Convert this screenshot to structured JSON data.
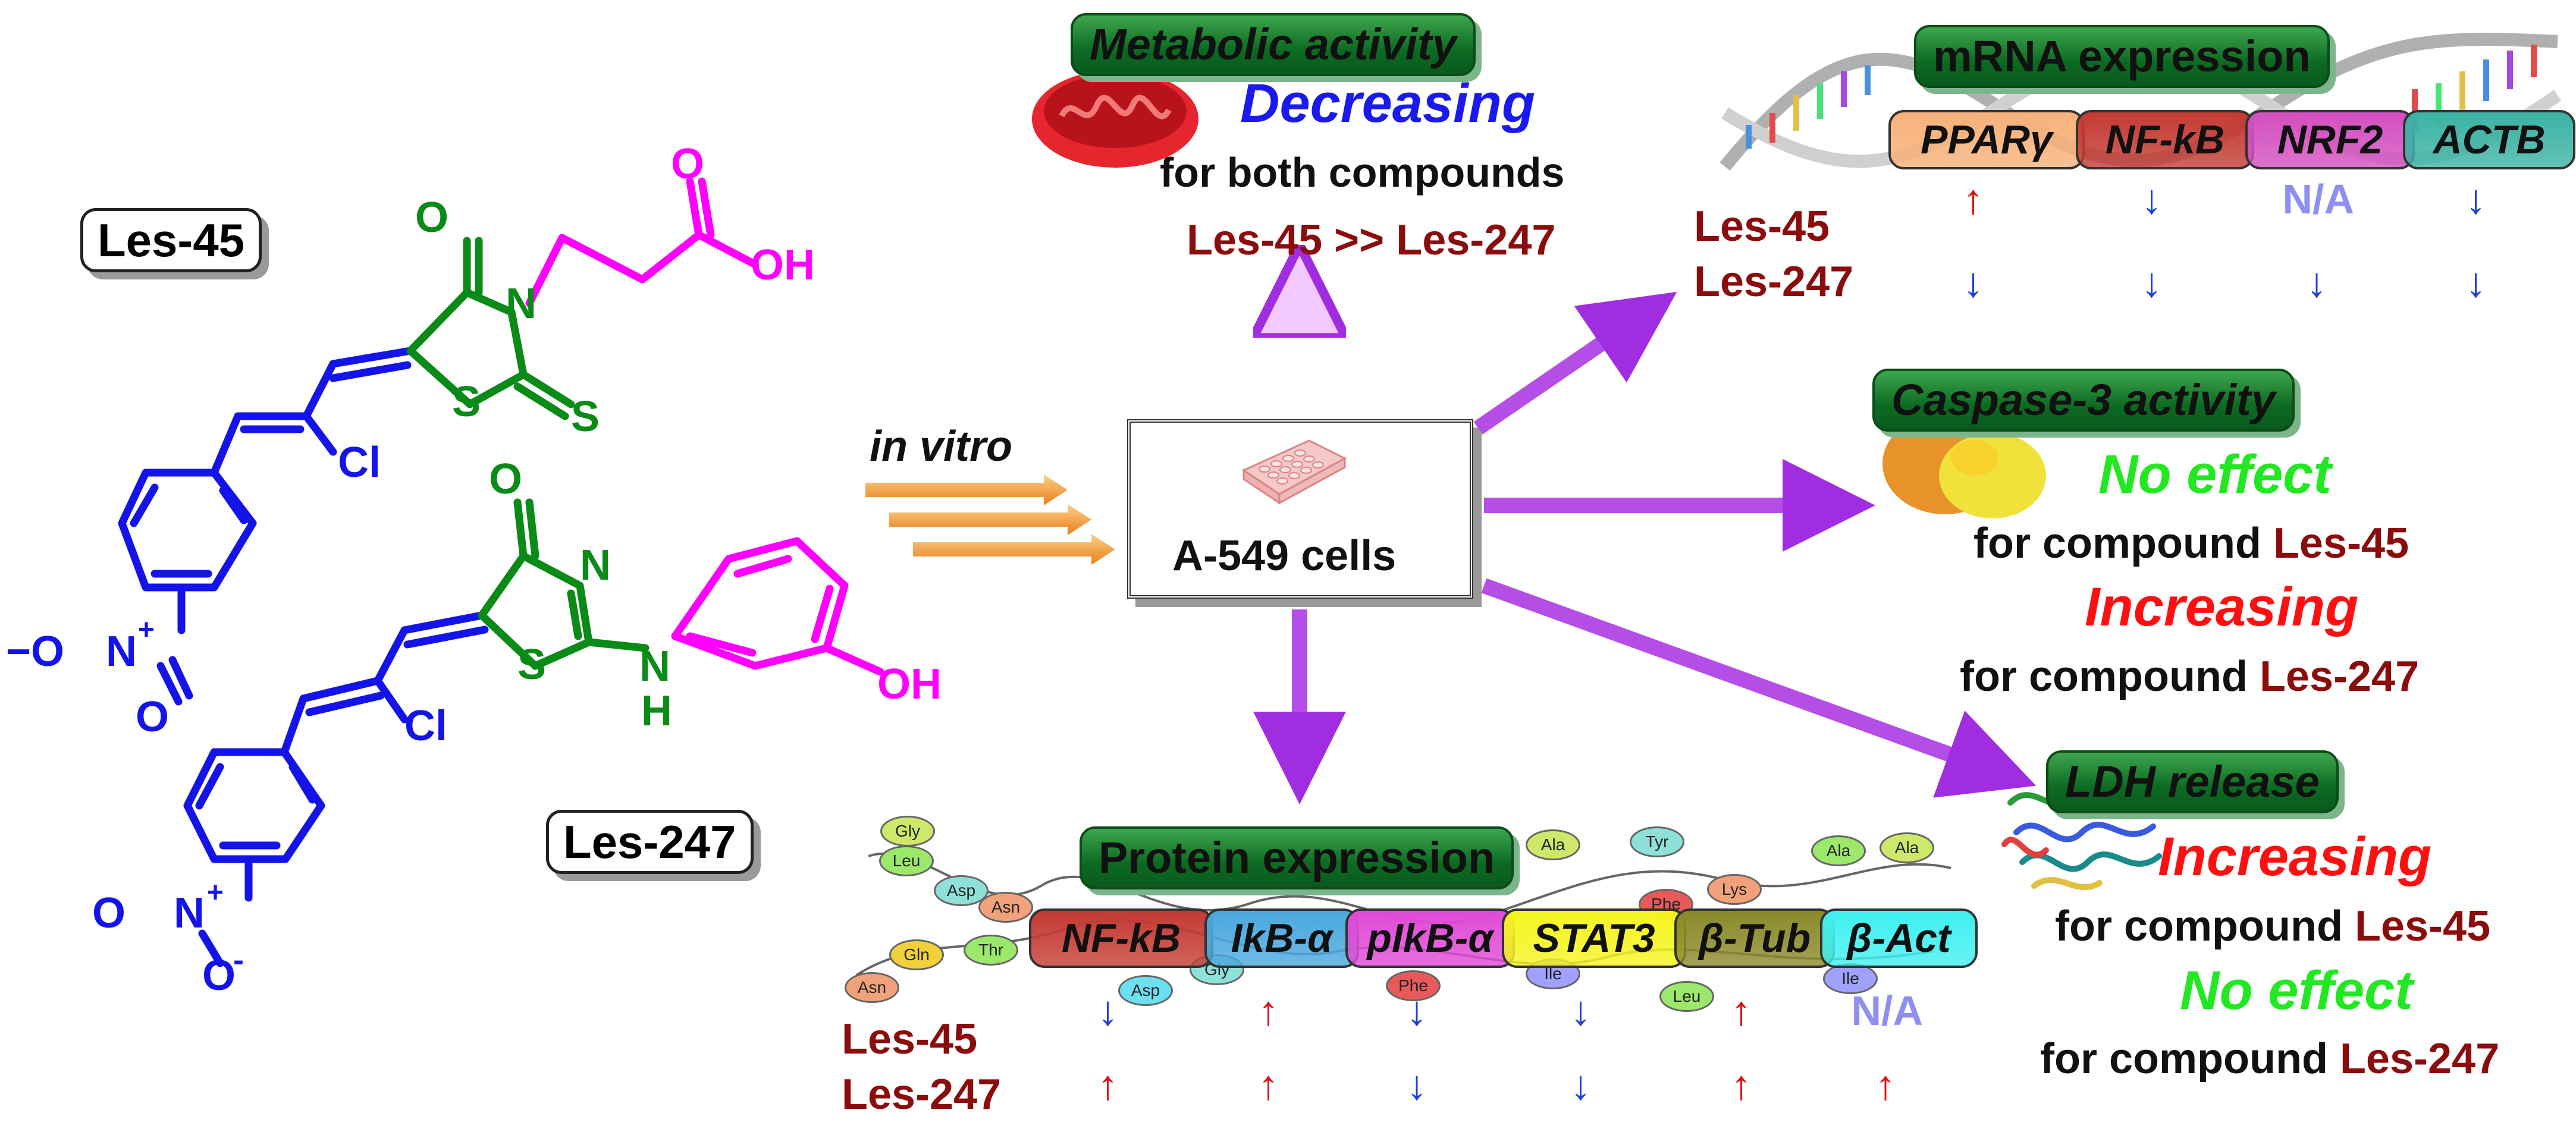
{
  "compounds": {
    "les45": "Les-45",
    "les247": "Les-247"
  },
  "structure_atoms": {
    "les45": {
      "o_carbonyl": "O",
      "n": "N",
      "s_ring": "S",
      "s_thione": "S",
      "cl": "Cl",
      "acid_o": "O",
      "acid_oh": "OH",
      "nitro_n": "N",
      "nitro_plus": "+",
      "nitro_o_minus": "−O",
      "nitro_o": "O"
    },
    "les247": {
      "o_carbonyl": "O",
      "n": "N",
      "s_ring": "S",
      "nh_n": "N",
      "nh_h": "H",
      "cl": "Cl",
      "oh": "OH",
      "nitro_o": "O",
      "nitro_n": "N",
      "nitro_plus": "+",
      "nitro_o_minus": "O",
      "nitro_minus": "-"
    }
  },
  "center": {
    "in_vitro": "in vitro",
    "cells_label": "A-549 cells"
  },
  "metabolic": {
    "title": "Metabolic activity",
    "effect": "Decreasing",
    "scope": "for both compounds",
    "comparison": "Les-45 >> Les-247"
  },
  "mrna": {
    "title": "mRNA expression",
    "row_labels": [
      "Les-45",
      "Les-247"
    ],
    "genes": [
      {
        "name": "PPARγ",
        "color": "#f7b179",
        "les45": "↑",
        "les247": "↓"
      },
      {
        "name": "NF-kB",
        "color": "#c43a33",
        "les45": "↓",
        "les247": "↓"
      },
      {
        "name": "NRF2",
        "color": "#d34fc0",
        "les45": "N/A",
        "les247": "↓"
      },
      {
        "name": "ACTB",
        "color": "#3bb3a4",
        "les45": "↓",
        "les247": "↓"
      }
    ]
  },
  "caspase": {
    "title": "Caspase-3 activity",
    "effect1": "No effect",
    "scope1_prefix": "for compound",
    "scope1_compound": "Les-45",
    "effect2": "Increasing",
    "scope2_prefix": "for compound",
    "scope2_compound": "Les-247"
  },
  "ldh": {
    "title": "LDH release",
    "effect1": "Increasing",
    "scope1_prefix": "for compound",
    "scope1_compound": "Les-45",
    "effect2": "No effect",
    "scope2_prefix": "for compound",
    "scope2_compound": "Les-247"
  },
  "protein": {
    "title": "Protein expression",
    "row_labels": [
      "Les-45",
      "Les-247"
    ],
    "items": [
      {
        "name": "NF-kB",
        "color": "#c43a33",
        "les45": "↓",
        "les247": "↑"
      },
      {
        "name": "IkB-α",
        "color": "#4aa8de",
        "les45": "↑",
        "les247": "↑"
      },
      {
        "name": "pIkB-α",
        "color": "#e04ad6",
        "les45": "↓",
        "les247": "↓"
      },
      {
        "name": "STAT3",
        "color": "#f5f51e",
        "les45": "↓",
        "les247": "↓"
      },
      {
        "name": "β-Tub",
        "color": "#8a8a2a",
        "les45": "↑",
        "les247": "↑"
      },
      {
        "name": "β-Act",
        "color": "#3ff0f0",
        "les45": "N/A",
        "les247": "↑"
      }
    ],
    "amino_acids": [
      "Gly",
      "Leu",
      "Asp",
      "Asn",
      "Gln",
      "Thr",
      "Asn",
      "Ala",
      "Tyr",
      "Ala",
      "Ala",
      "Phe",
      "Lys",
      "Gly",
      "Asp",
      "Ile",
      "Ile",
      "Leu",
      "Phe"
    ]
  },
  "colors": {
    "green_struct": "#0a8a16",
    "blue_struct": "#1414e8",
    "magenta_struct": "#ff00ff",
    "dark_red_text": "#8b0c0c",
    "blue_effect": "#1a1aee",
    "green_effect": "#22e822",
    "red_effect": "#ff1010",
    "purple_arrow": "#b03ae8",
    "orange_arrow": "#f39a2c",
    "na_color": "#8e8ff0"
  }
}
